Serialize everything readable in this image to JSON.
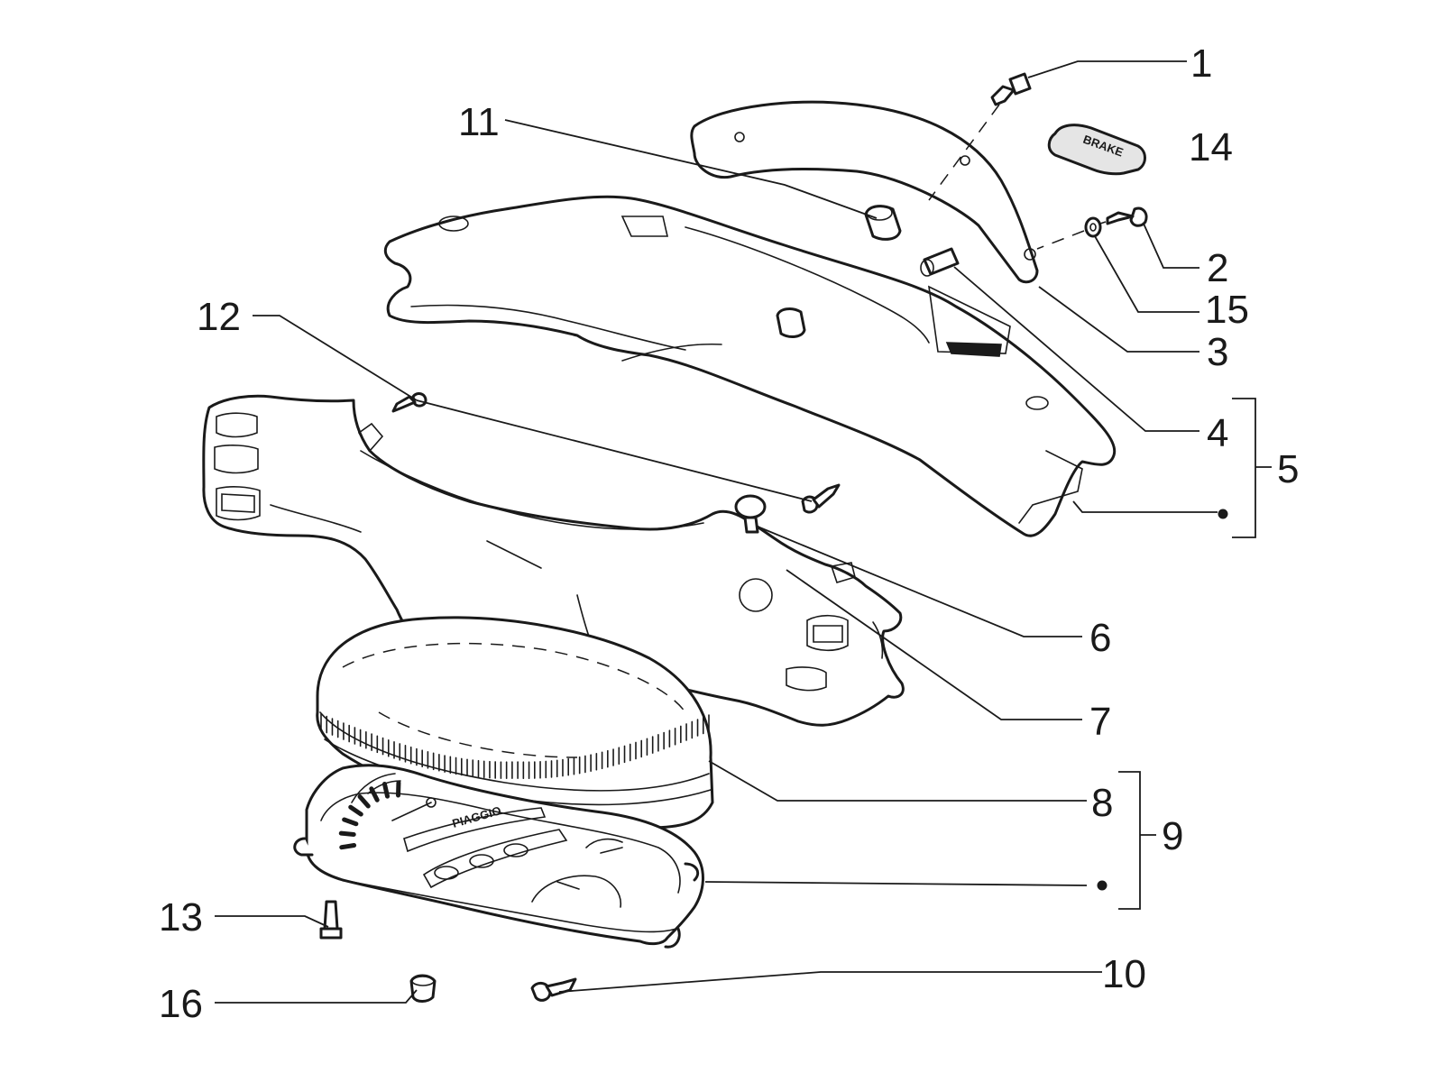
{
  "callouts": [
    {
      "id": "c1",
      "label": "1"
    },
    {
      "id": "c2",
      "label": "2"
    },
    {
      "id": "c3",
      "label": "3"
    },
    {
      "id": "c4",
      "label": "4"
    },
    {
      "id": "c5",
      "label": "5"
    },
    {
      "id": "c6",
      "label": "6"
    },
    {
      "id": "c7",
      "label": "7"
    },
    {
      "id": "c8",
      "label": "8"
    },
    {
      "id": "c9",
      "label": "9"
    },
    {
      "id": "c10",
      "label": "10"
    },
    {
      "id": "c11",
      "label": "11"
    },
    {
      "id": "c12",
      "label": "12"
    },
    {
      "id": "c13",
      "label": "13"
    },
    {
      "id": "c14",
      "label": "14"
    },
    {
      "id": "c15",
      "label": "15"
    },
    {
      "id": "c16",
      "label": "16"
    }
  ],
  "decal_text": "BRAKE",
  "dial_brand": "PIAGGIO"
}
